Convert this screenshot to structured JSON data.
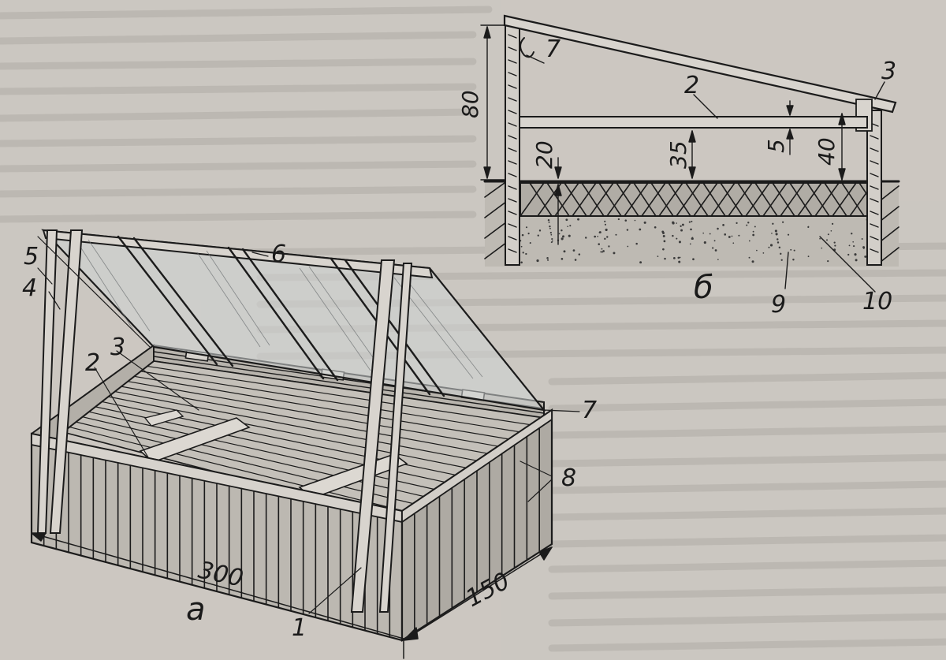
{
  "diagram": {
    "view_a": {
      "caption": "а",
      "parts": [
        "1",
        "2",
        "3",
        "4",
        "5",
        "6",
        "7",
        "8"
      ],
      "dimensions": {
        "length": "300",
        "width": "150"
      }
    },
    "view_b": {
      "caption": "б",
      "parts": [
        "2",
        "3",
        "7",
        "9",
        "10"
      ],
      "dimensions": {
        "height_back": "80",
        "height_front": "40",
        "depth_20": "20",
        "depth_35": "35",
        "gap_5": "5"
      }
    }
  }
}
